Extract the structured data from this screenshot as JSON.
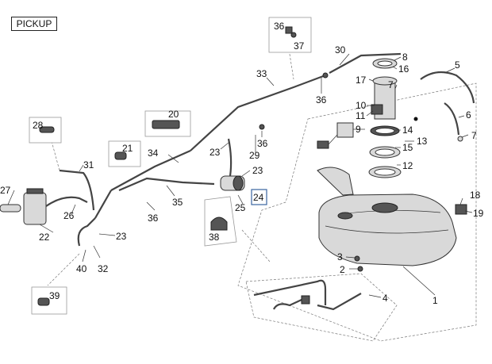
{
  "section_title": "PICKUP",
  "callouts": [
    "1",
    "2",
    "3",
    "4",
    "5",
    "6",
    "7",
    "7",
    "8",
    "9",
    "10",
    "11",
    "12",
    "13",
    "14",
    "15",
    "16",
    "17",
    "18",
    "19",
    "20",
    "21",
    "22",
    "23",
    "23",
    "23",
    "23",
    "24",
    "25",
    "26",
    "27",
    "28",
    "29",
    "30",
    "31",
    "32",
    "33",
    "34",
    "35",
    "36",
    "36",
    "36",
    "36",
    "37",
    "38",
    "39",
    "40"
  ],
  "highlighted_callout": "24"
}
